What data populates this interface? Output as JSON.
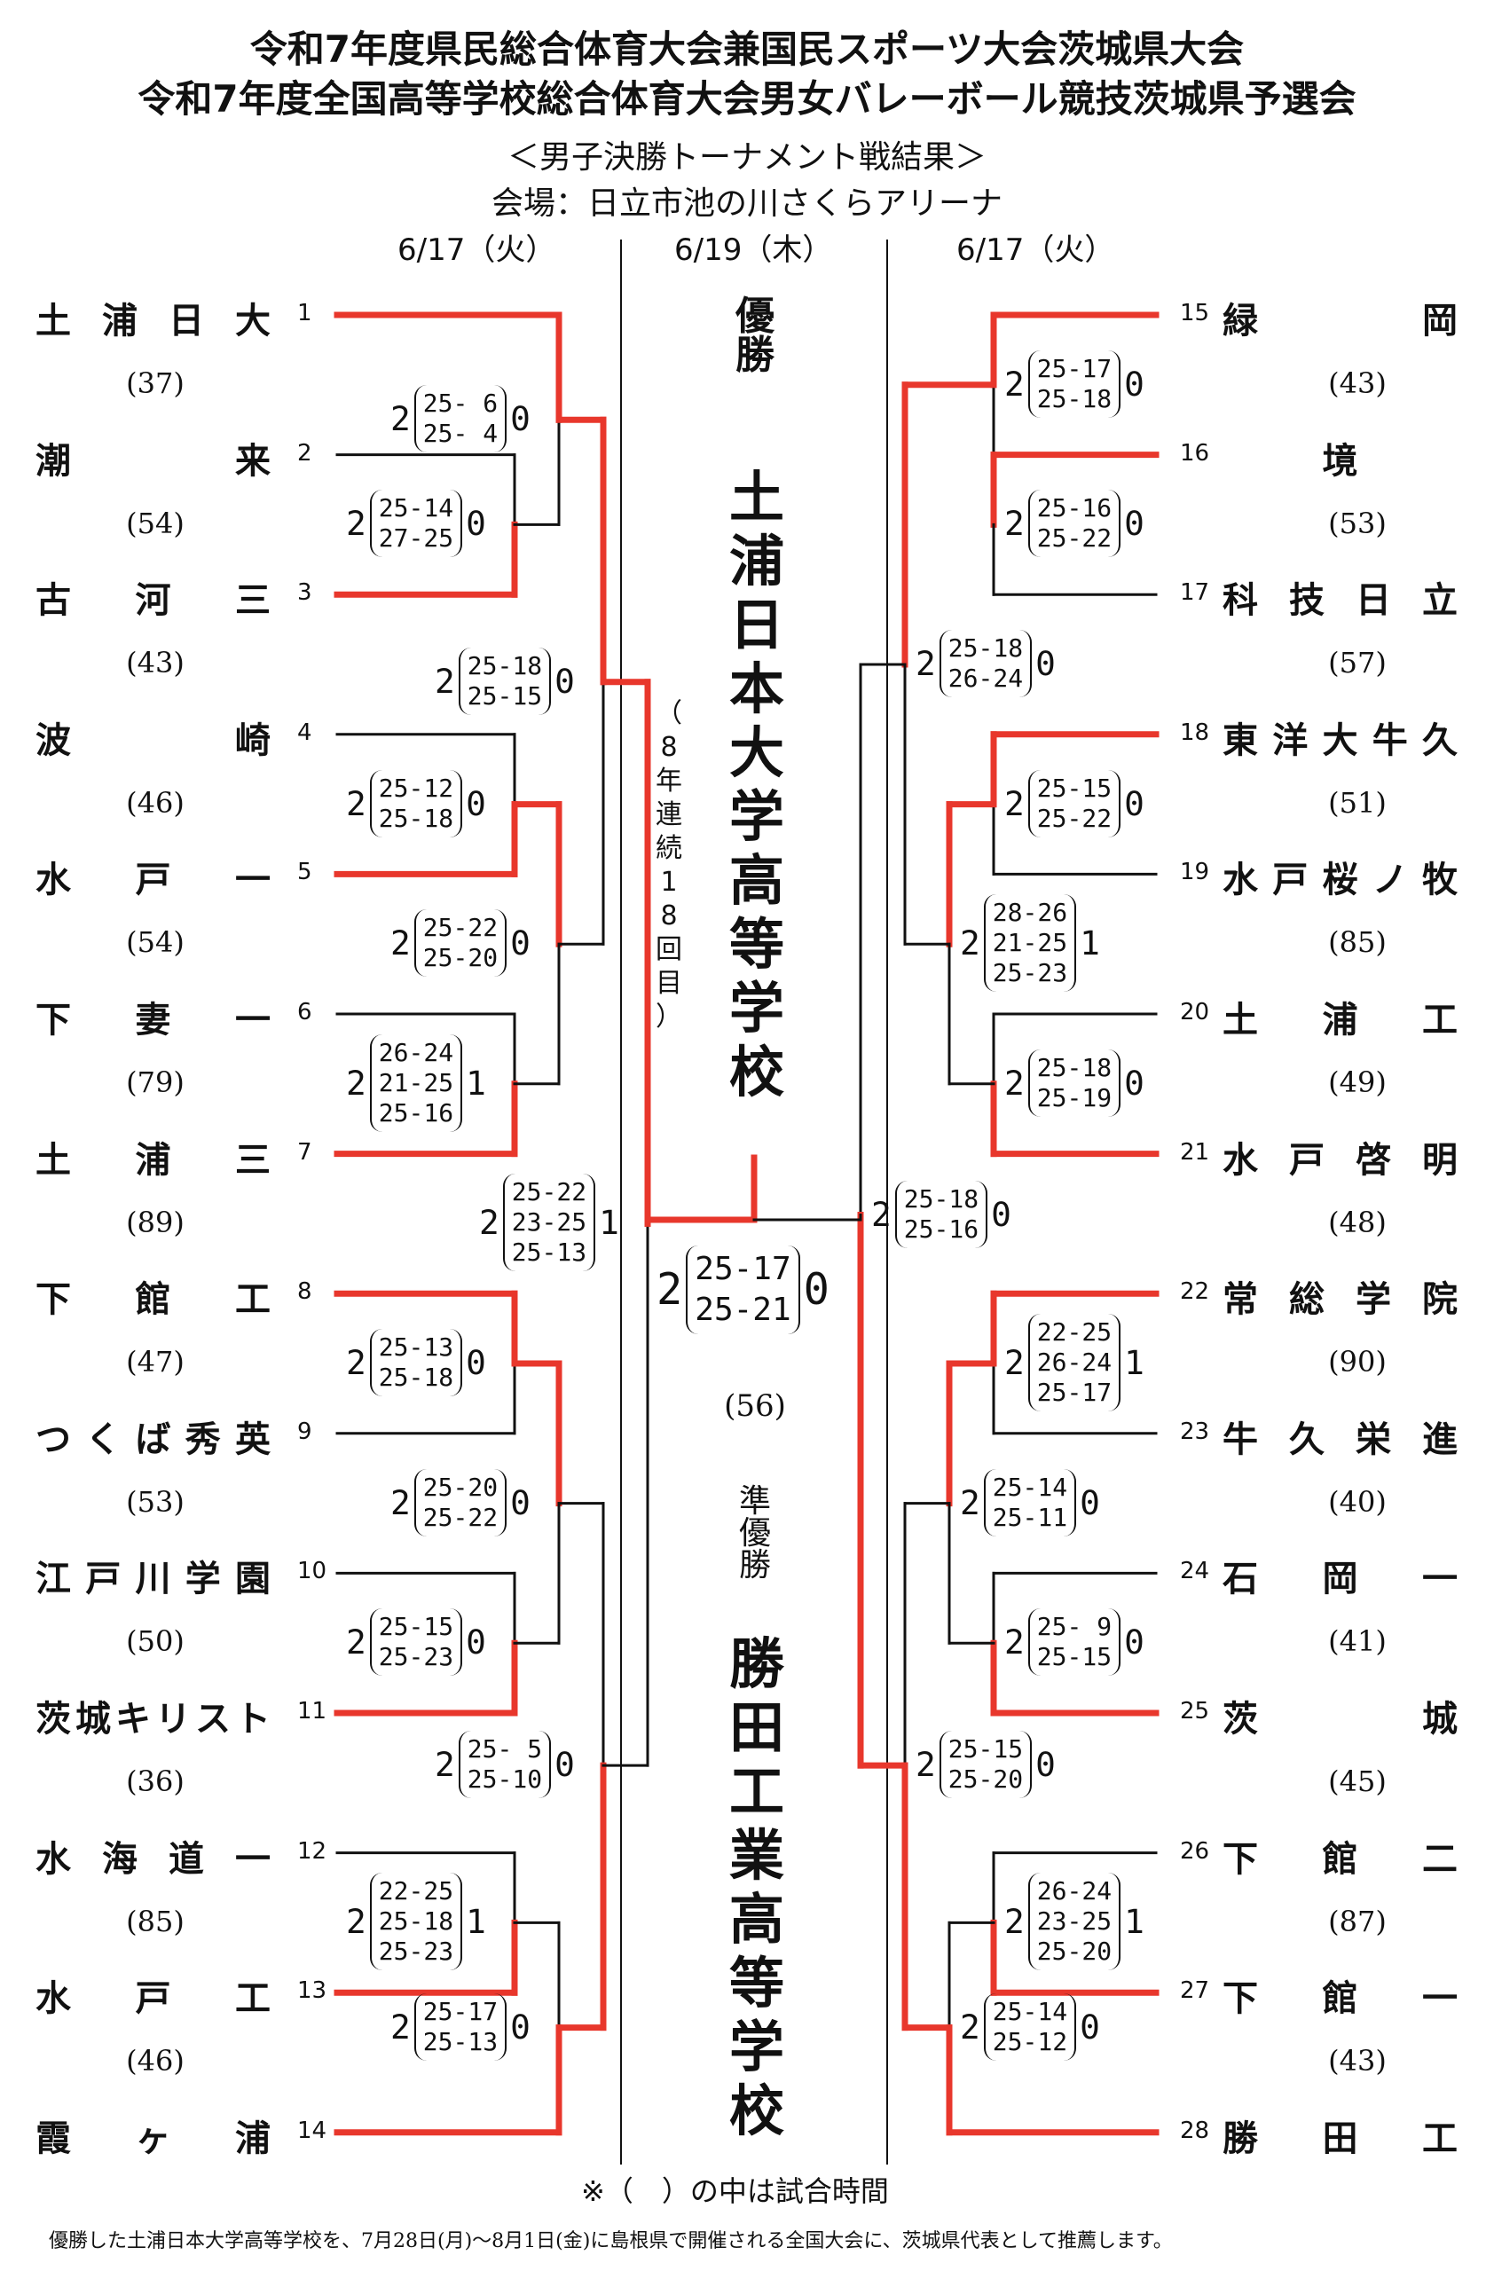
{
  "header": {
    "title1": "令和7年度県民総合体育大会兼国民スポーツ大会茨城県大会",
    "title2": "令和7年度全国高等学校総合体育大会男女バレーボール競技茨城県予選会",
    "subtitle": "＜男子決勝トーナメント戦結果＞",
    "venue": "会場：日立市池の川さくらアリーナ",
    "date_left": "6/17（火）",
    "date_center": "6/19（木）",
    "date_right": "6/17（火）"
  },
  "left_teams": [
    {
      "num": "1",
      "name": "土浦日大",
      "time": "(37)"
    },
    {
      "num": "2",
      "name": "潮来",
      "time": "(54)"
    },
    {
      "num": "3",
      "name": "古河三",
      "time": "(43)"
    },
    {
      "num": "4",
      "name": "波崎",
      "time": "(46)"
    },
    {
      "num": "5",
      "name": "水戸一",
      "time": "(54)"
    },
    {
      "num": "6",
      "name": "下妻一",
      "time": "(79)"
    },
    {
      "num": "7",
      "name": "土浦三",
      "time": "(89)"
    },
    {
      "num": "8",
      "name": "下館工",
      "time": "(47)"
    },
    {
      "num": "9",
      "name": "つくば秀英",
      "time": "(53)"
    },
    {
      "num": "10",
      "name": "江戸川学園",
      "time": "(50)"
    },
    {
      "num": "11",
      "name": "茨城キリスト",
      "time": "(36)"
    },
    {
      "num": "12",
      "name": "水海道一",
      "time": "(85)"
    },
    {
      "num": "13",
      "name": "水戸工",
      "time": "(46)"
    },
    {
      "num": "14",
      "name": "霞ヶ浦",
      "time": ""
    }
  ],
  "right_teams": [
    {
      "num": "15",
      "name": "緑岡",
      "time": "(43)"
    },
    {
      "num": "16",
      "name": "境",
      "time": "(53)"
    },
    {
      "num": "17",
      "name": "科技日立",
      "time": "(57)"
    },
    {
      "num": "18",
      "name": "東洋大牛久",
      "time": "(51)"
    },
    {
      "num": "19",
      "name": "水戸桜ノ牧",
      "time": "(85)"
    },
    {
      "num": "20",
      "name": "土浦工",
      "time": "(49)"
    },
    {
      "num": "21",
      "name": "水戸啓明",
      "time": "(48)"
    },
    {
      "num": "22",
      "name": "常総学院",
      "time": "(90)"
    },
    {
      "num": "23",
      "name": "牛久栄進",
      "time": "(40)"
    },
    {
      "num": "24",
      "name": "石岡一",
      "time": "(41)"
    },
    {
      "num": "25",
      "name": "茨城",
      "time": "(45)"
    },
    {
      "num": "26",
      "name": "下館二",
      "time": "(87)"
    },
    {
      "num": "27",
      "name": "下館一",
      "time": "(43)"
    },
    {
      "num": "28",
      "name": "勝田工",
      "time": ""
    }
  ],
  "scores": [
    {
      "w": "2",
      "sets": [
        "25- 6",
        "25- 4"
      ],
      "l": "0"
    },
    {
      "w": "2",
      "sets": [
        "25-14",
        "27-25"
      ],
      "l": "0"
    },
    {
      "w": "2",
      "sets": [
        "25-18",
        "25-15"
      ],
      "l": "0"
    },
    {
      "w": "2",
      "sets": [
        "25-12",
        "25-18"
      ],
      "l": "0"
    },
    {
      "w": "2",
      "sets": [
        "25-22",
        "25-20"
      ],
      "l": "0"
    },
    {
      "w": "2",
      "sets": [
        "26-24",
        "21-25",
        "25-16"
      ],
      "l": "1"
    },
    {
      "w": "2",
      "sets": [
        "25-22",
        "23-25",
        "25-13"
      ],
      "l": "1"
    },
    {
      "w": "2",
      "sets": [
        "25-13",
        "25-18"
      ],
      "l": "0"
    },
    {
      "w": "2",
      "sets": [
        "25-20",
        "25-22"
      ],
      "l": "0"
    },
    {
      "w": "2",
      "sets": [
        "25-15",
        "25-23"
      ],
      "l": "0"
    },
    {
      "w": "2",
      "sets": [
        "25- 5",
        "25-10"
      ],
      "l": "0"
    },
    {
      "w": "2",
      "sets": [
        "22-25",
        "25-18",
        "25-23"
      ],
      "l": "1"
    },
    {
      "w": "2",
      "sets": [
        "25-17",
        "25-13"
      ],
      "l": "0"
    },
    {
      "w": "2",
      "sets": [
        "25-17",
        "25-18"
      ],
      "l": "0"
    },
    {
      "w": "2",
      "sets": [
        "25-16",
        "25-22"
      ],
      "l": "0"
    },
    {
      "w": "2",
      "sets": [
        "25-18",
        "26-24"
      ],
      "l": "0"
    },
    {
      "w": "2",
      "sets": [
        "25-15",
        "25-22"
      ],
      "l": "0"
    },
    {
      "w": "2",
      "sets": [
        "28-26",
        "21-25",
        "25-23"
      ],
      "l": "1"
    },
    {
      "w": "2",
      "sets": [
        "25-18",
        "25-19"
      ],
      "l": "0"
    },
    {
      "w": "2",
      "sets": [
        "25-18",
        "25-16"
      ],
      "l": "0"
    },
    {
      "w": "2",
      "sets": [
        "22-25",
        "26-24",
        "25-17"
      ],
      "l": "1"
    },
    {
      "w": "2",
      "sets": [
        "25-14",
        "25-11"
      ],
      "l": "0"
    },
    {
      "w": "2",
      "sets": [
        "25- 9",
        "25-15"
      ],
      "l": "0"
    },
    {
      "w": "2",
      "sets": [
        "25-15",
        "25-20"
      ],
      "l": "0"
    },
    {
      "w": "2",
      "sets": [
        "26-24",
        "23-25",
        "25-20"
      ],
      "l": "1"
    },
    {
      "w": "2",
      "sets": [
        "25-14",
        "25-12"
      ],
      "l": "0"
    },
    {
      "w": "2",
      "sets": [
        "25-17",
        "25-21"
      ],
      "l": "0"
    }
  ],
  "final_time": "(56)",
  "center": {
    "win_label": "優勝",
    "winner": "土浦日本大学高等学校",
    "streak": "（8年連続18回目）",
    "runner_label": "準優勝",
    "runner": "勝田工業高等学校"
  },
  "note": "※（　）の中は試合時間",
  "footer": "優勝した土浦日本大学高等学校を、7月28日(月)～8月1日(金)に島根県で開催される全国大会に、茨城県代表として推薦します。",
  "colors": {
    "win_line": "#e8372c",
    "line": "#111111"
  }
}
